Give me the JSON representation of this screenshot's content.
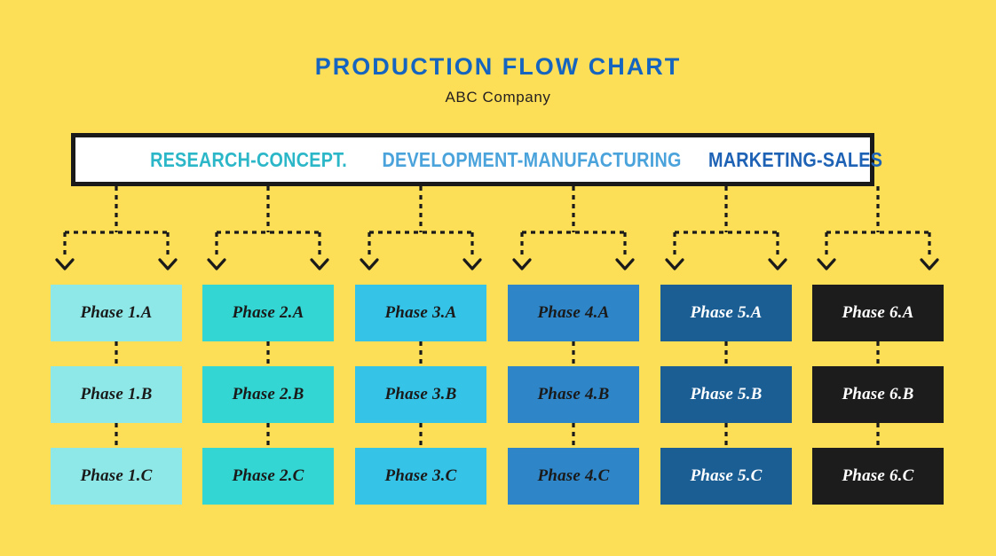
{
  "header": {
    "title": "PRODUCTION FLOW CHART",
    "subtitle": "ABC Company",
    "title_color": "#1565c0",
    "subtitle_color": "#231f20"
  },
  "background_color": "#fdde57",
  "banner": {
    "segments": [
      {
        "label": "RESEARCH-CONCEPT.",
        "color": "#2bb7c8"
      },
      {
        "label": "DEVELOPMENT-MANUFACTURING",
        "color": "#4ba3dc"
      },
      {
        "label": "MARKETING-SALES",
        "color": "#1d62b5"
      }
    ],
    "border_color": "#1a1a1a",
    "fill_color": "#ffffff"
  },
  "chart_data": {
    "type": "diagram",
    "title": "PRODUCTION FLOW CHART",
    "subtitle": "ABC Company",
    "stage_labels": [
      "RESEARCH-CONCEPT.",
      "DEVELOPMENT-MANUFACTURING",
      "MARKETING-SALES"
    ],
    "row_labels": [
      "A",
      "B",
      "C"
    ],
    "columns": [
      {
        "index": 1,
        "fill": "#8ee8e8",
        "text_color": "#1a1a1a",
        "cells": [
          "Phase 1.A",
          "Phase 1.B",
          "Phase 1.C"
        ]
      },
      {
        "index": 2,
        "fill": "#33d6d2",
        "text_color": "#1a1a1a",
        "cells": [
          "Phase 2.A",
          "Phase 2.B",
          "Phase 2.C"
        ]
      },
      {
        "index": 3,
        "fill": "#35c3e8",
        "text_color": "#1a1a1a",
        "cells": [
          "Phase 3.A",
          "Phase 3.B",
          "Phase 3.C"
        ]
      },
      {
        "index": 4,
        "fill": "#2e86c8",
        "text_color": "#1a1a1a",
        "cells": [
          "Phase 4.A",
          "Phase 4.B",
          "Phase 4.C"
        ]
      },
      {
        "index": 5,
        "fill": "#1a5e94",
        "text_color": "#ffffff",
        "cells": [
          "Phase 5.A",
          "Phase 5.B",
          "Phase 5.C"
        ]
      },
      {
        "index": 6,
        "fill": "#1c1c1c",
        "text_color": "#ffffff",
        "cells": [
          "Phase 6.A",
          "Phase 6.B",
          "Phase 6.C"
        ]
      }
    ],
    "connector_style": "dashed",
    "connector_color": "#1a1a1a",
    "arrowhead": "chevron-down"
  }
}
